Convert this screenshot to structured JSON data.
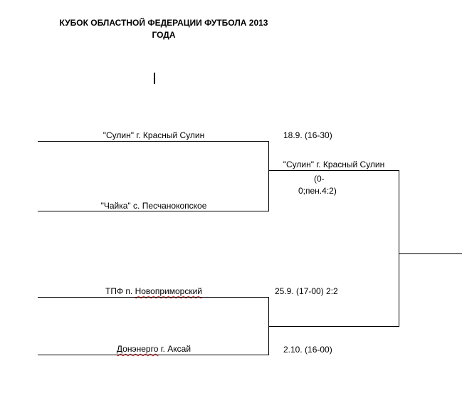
{
  "title": {
    "line1": "КУБОК ОБЛАСТНОЙ ФЕДЕРАЦИИ ФУТБОЛА 2013",
    "line2": "ГОДА"
  },
  "round1": [
    {
      "team": "\"Сулин\" г. Красный Сулин"
    },
    {
      "team": "\"Чайка\" с. Песчанокопское"
    },
    {
      "team_prefix": "ТПФ п. ",
      "team_flagged": "Новоприморский"
    },
    {
      "team_flagged": "Донэнерго",
      "team_suffix": " г. Аксай"
    }
  ],
  "match1": {
    "info": "18.9. (16-30)",
    "winner": "\"Сулин\" г. Красный Сулин",
    "score_line1": "(0-",
    "score_line2": "0;пен.4:2)"
  },
  "match2": {
    "info": "25.9. (17-00) 2:2",
    "replay": "2.10. (16-00)"
  },
  "colors": {
    "spellcheck_underline": "#e02020",
    "lines": "#000000"
  }
}
